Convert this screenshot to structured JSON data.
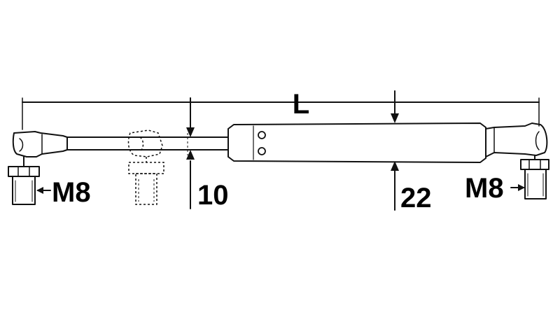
{
  "dimensions": {
    "length_label": "L",
    "rod_diameter_label": "10",
    "body_diameter_label": "22",
    "left_thread_label": "M8",
    "right_thread_label": "M8"
  }
}
